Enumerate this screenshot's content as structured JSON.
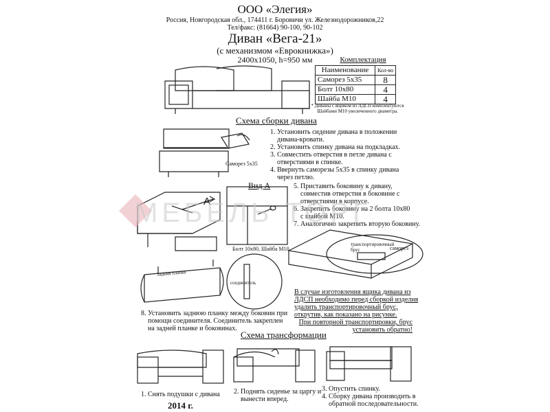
{
  "header": {
    "company": "ООО «Элегия»",
    "address": "Россия, Новгородская обл., 174411 г. Боровичи ул. Железнодорожников,22",
    "phone": "Тел/факс: (81664) 90-100, 90-102"
  },
  "product": {
    "name": "Диван «Вега-21»",
    "mechanism": "(с механизмом «Еврокнижка»)",
    "dimensions": "2400х1050, h=950 мм"
  },
  "kit": {
    "title": "Комплектация",
    "headers": [
      "Наименование",
      "Кол-во"
    ],
    "rows": [
      {
        "name": "Саморез 5х35",
        "qty": "8"
      },
      {
        "name": "Болт 10х80",
        "qty": "4"
      },
      {
        "name": "Шайба М10",
        "qty": "4"
      }
    ],
    "note": "* Диваны с ящиком из ЛДСП комплектуются Шайбами М10 увеличенного диаметра."
  },
  "assembly": {
    "title": "Схема сборки дивана",
    "screw_label": "Саморез 5х35",
    "steps_a": [
      "1. Установить сидение дивана в положении",
      "дивана-кровати.",
      "2. Установить спинку дивана на подкладках.",
      "3. Совместить отверстия в петле дивана с",
      "отверстиями в спинке.",
      "4. Ввернуть саморезы 5х35 в спинку дивана",
      "через петлю."
    ],
    "view_label": "Вид А",
    "arrow_label": "А",
    "steps_b": [
      "5. Приставить боковину к дивану,",
      "совместив отверстия в боковине с",
      "отверстиями в корпусе.",
      "6. Закрепить боковину на 2 болта 10х80",
      "с шайбой М10.",
      "7. Аналогично закрепить вторую боковину."
    ],
    "bolt_label": "Болт 10х80, Шайба М10",
    "transport_label": "транспортировочный брус",
    "screw2_label": "саморез",
    "plank_label": "Задняя планка",
    "connector_label": "соединитель",
    "step8": [
      "8. Установить заднюю планку между боковин при",
      "помощи соединителя. Соединитель закреплен",
      "на задней планке и боковинах."
    ],
    "box_note": [
      "В случае изготовления ящика дивана из",
      "ЛДСП необходимо перед сборкой изделия",
      "удалить транспортировочный брус,",
      "открутив, как показано на рисунке."
    ],
    "transport_note": [
      "При повторной транспортировки, брус",
      "установить обратно!"
    ]
  },
  "transform": {
    "title": "Схема трансформации",
    "step1": "1. Снять подушки с дивана",
    "step2": [
      "2. Поднять сиденье за царгу и",
      "вынести вперед."
    ],
    "step3": [
      "3. Опустить спинку.",
      "4. Сборку дивана производить в",
      "обратной последовательности."
    ]
  },
  "year": "2014 г.",
  "watermark": "МЕБЕЛЬ ТОРГ"
}
